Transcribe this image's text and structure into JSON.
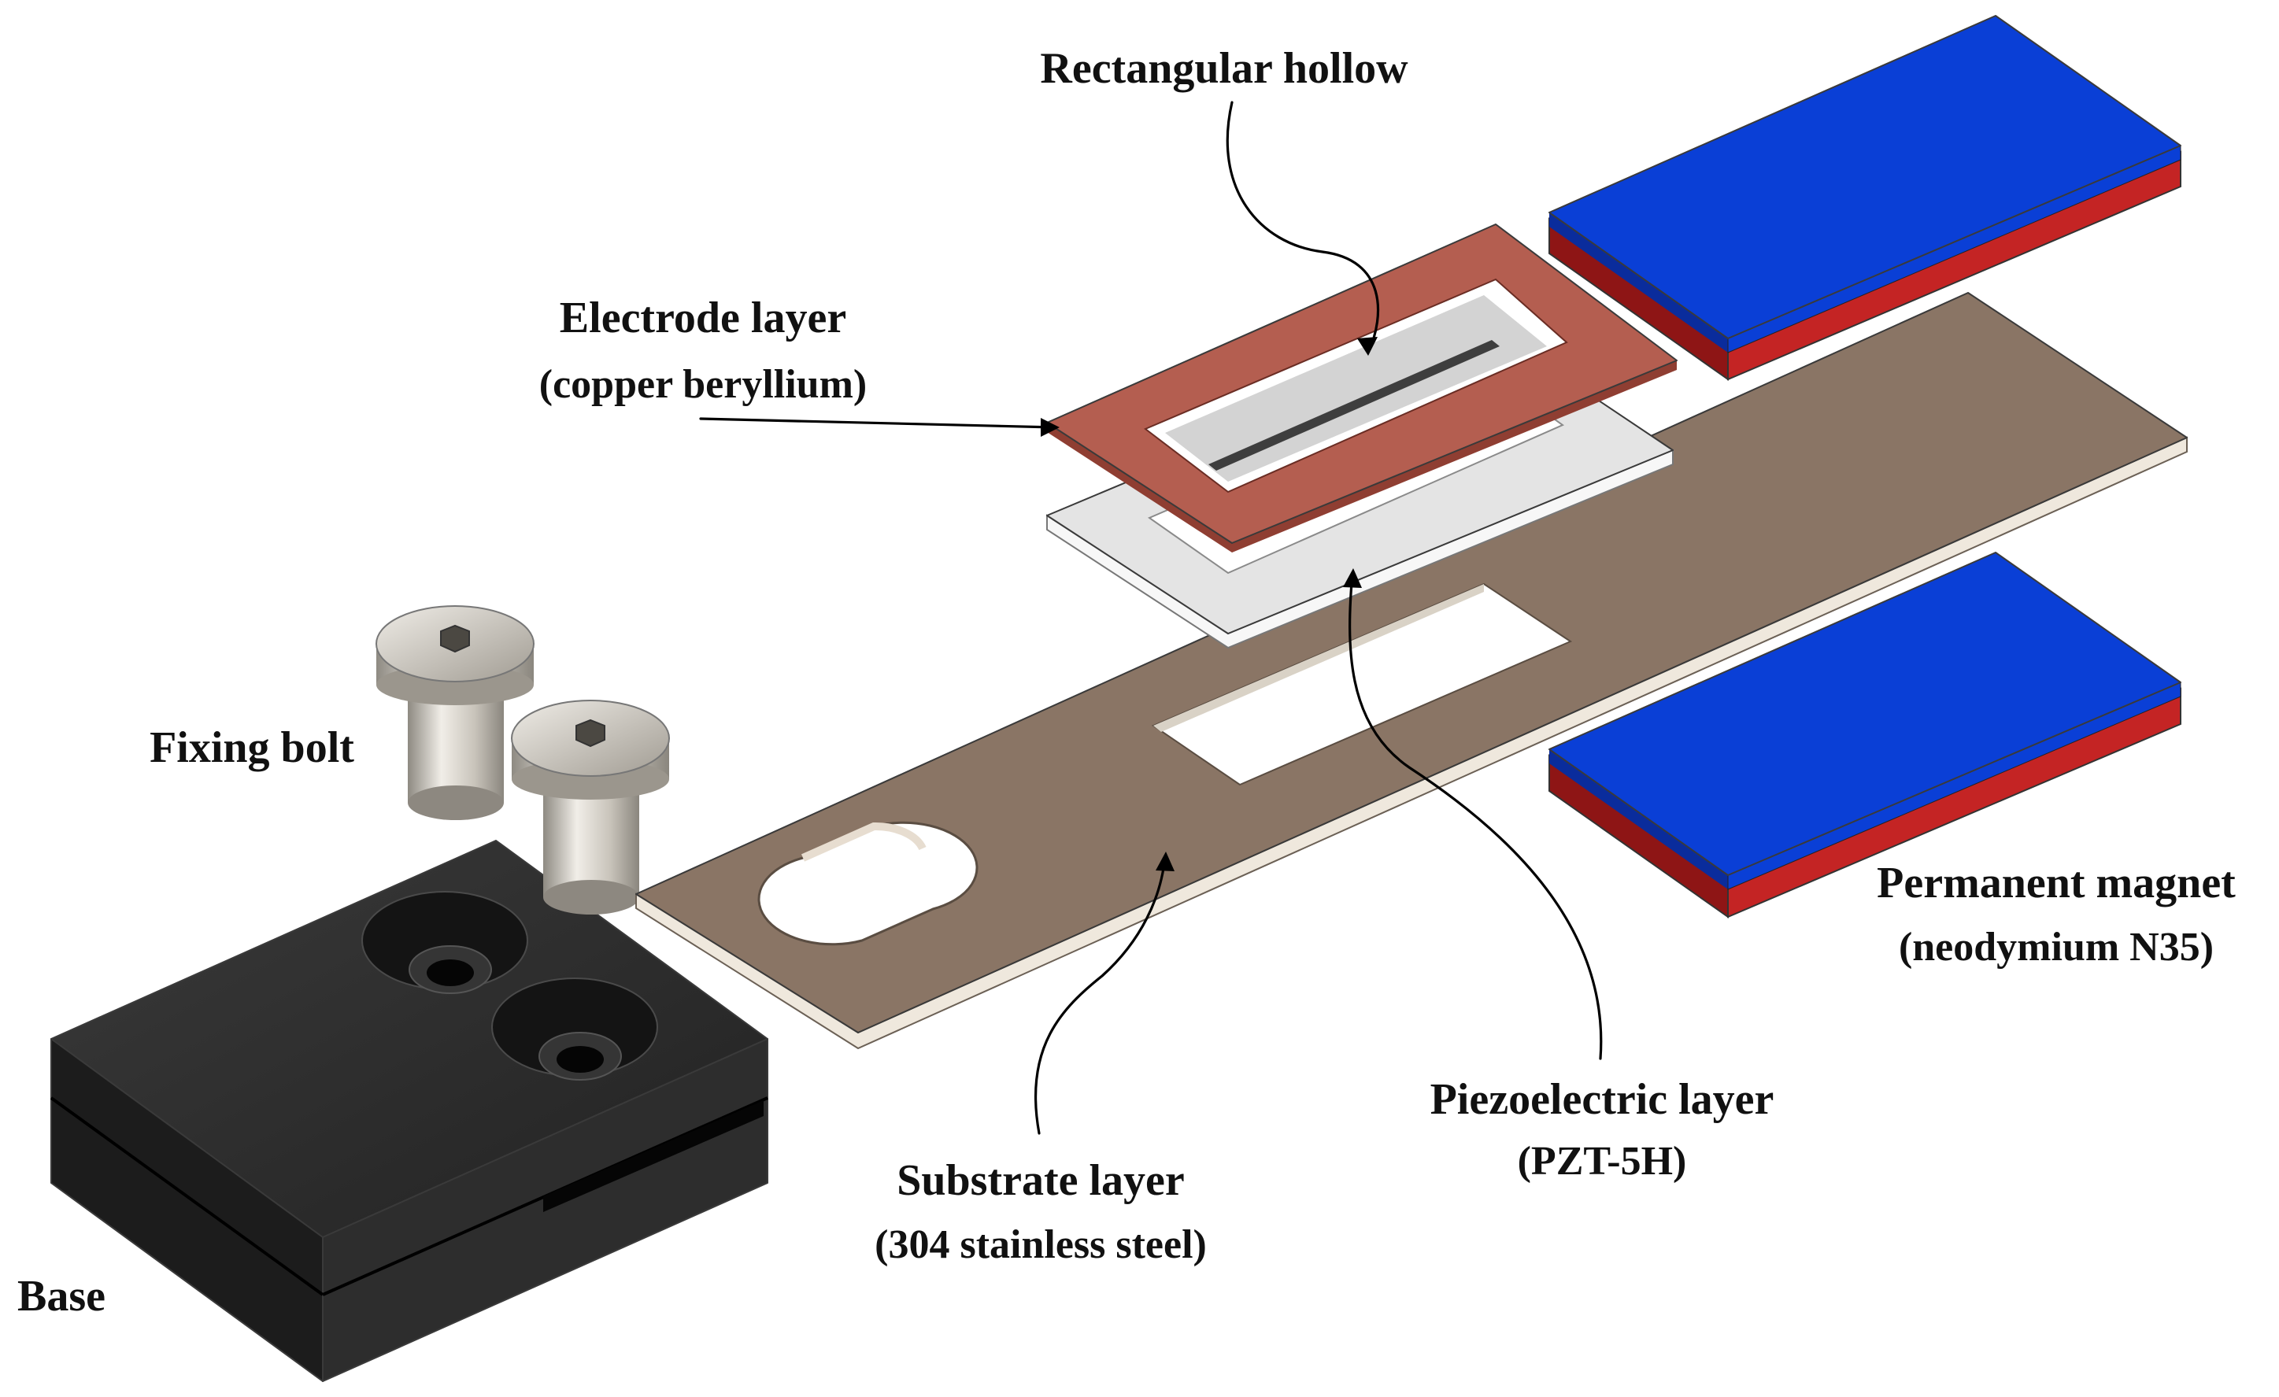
{
  "labels": {
    "rectangular_hollow": "Rectangular hollow",
    "electrode_name": "Electrode layer",
    "electrode_material": "(copper beryllium)",
    "fixing_bolt": "Fixing bolt",
    "magnet_name": "Permanent magnet",
    "magnet_material": "(neodymium N35)",
    "piezo_name": "Piezoelectric layer",
    "piezo_material": "(PZT-5H)",
    "substrate_name": "Substrate layer",
    "substrate_material": "(304 stainless steel)",
    "base": "Base"
  },
  "colors": {
    "substrate": "#8a7565",
    "electrode": "#b45e50",
    "piezo": "#e4e4e4",
    "magnet_top": "#0a3fd6",
    "magnet_bottom": "#c42424",
    "base": "#262626",
    "bolt": "#bfbab2"
  }
}
